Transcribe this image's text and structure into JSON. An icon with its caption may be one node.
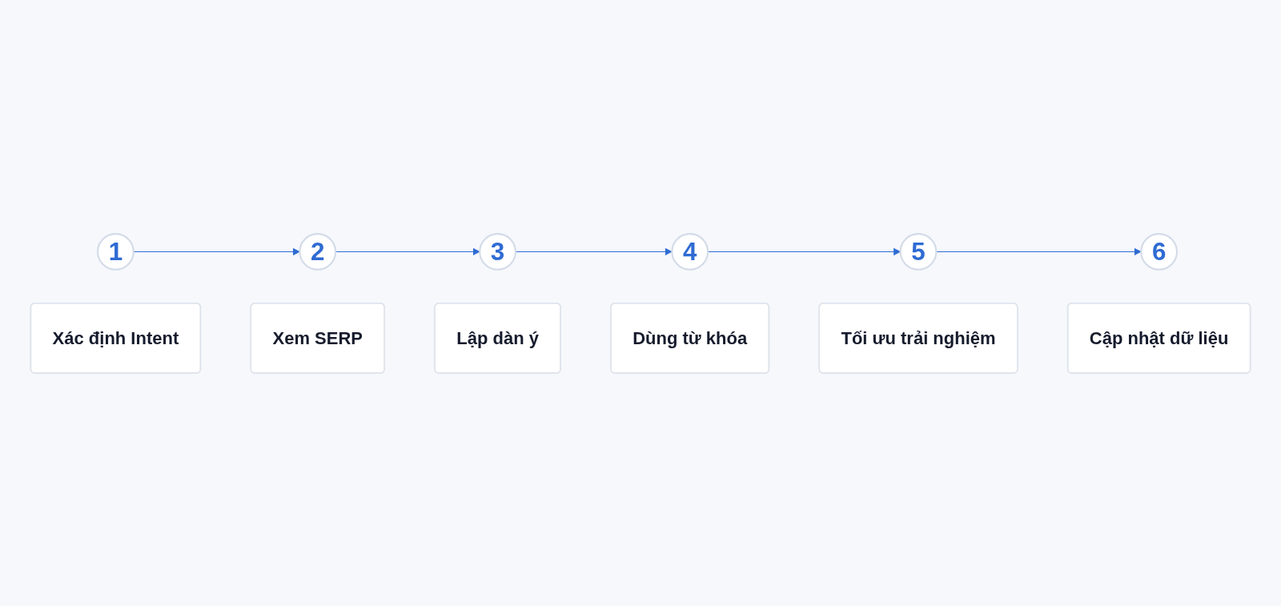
{
  "diagram": {
    "nodes": [
      {
        "text": [
          "1"
        ]
      },
      {
        "text": [
          "Xác định Intent"
        ]
      },
      {
        "text": [
          "2"
        ]
      },
      {
        "text": [
          "Xem SERP"
        ]
      },
      {
        "text": [
          "3"
        ]
      },
      {
        "text": [
          "Lập dàn ý"
        ]
      },
      {
        "text": [
          "4"
        ]
      },
      {
        "text": [
          "Dùng từ khóa"
        ]
      },
      {
        "text": [
          "5"
        ]
      },
      {
        "text": [
          "Tối ưu trải nghiệm"
        ]
      },
      {
        "text": [
          "6"
        ]
      },
      {
        "text": [
          "Cập nhật dữ liệu"
        ]
      }
    ],
    "edges": [
      {
        "from": 0,
        "to": 2,
        "arrow": "to"
      },
      {
        "from": 2,
        "to": 4,
        "arrow": "to"
      },
      {
        "from": 4,
        "to": 6,
        "arrow": "to"
      },
      {
        "from": 6,
        "to": 8,
        "arrow": "to"
      },
      {
        "from": 8,
        "to": 10,
        "arrow": "to"
      }
    ]
  }
}
